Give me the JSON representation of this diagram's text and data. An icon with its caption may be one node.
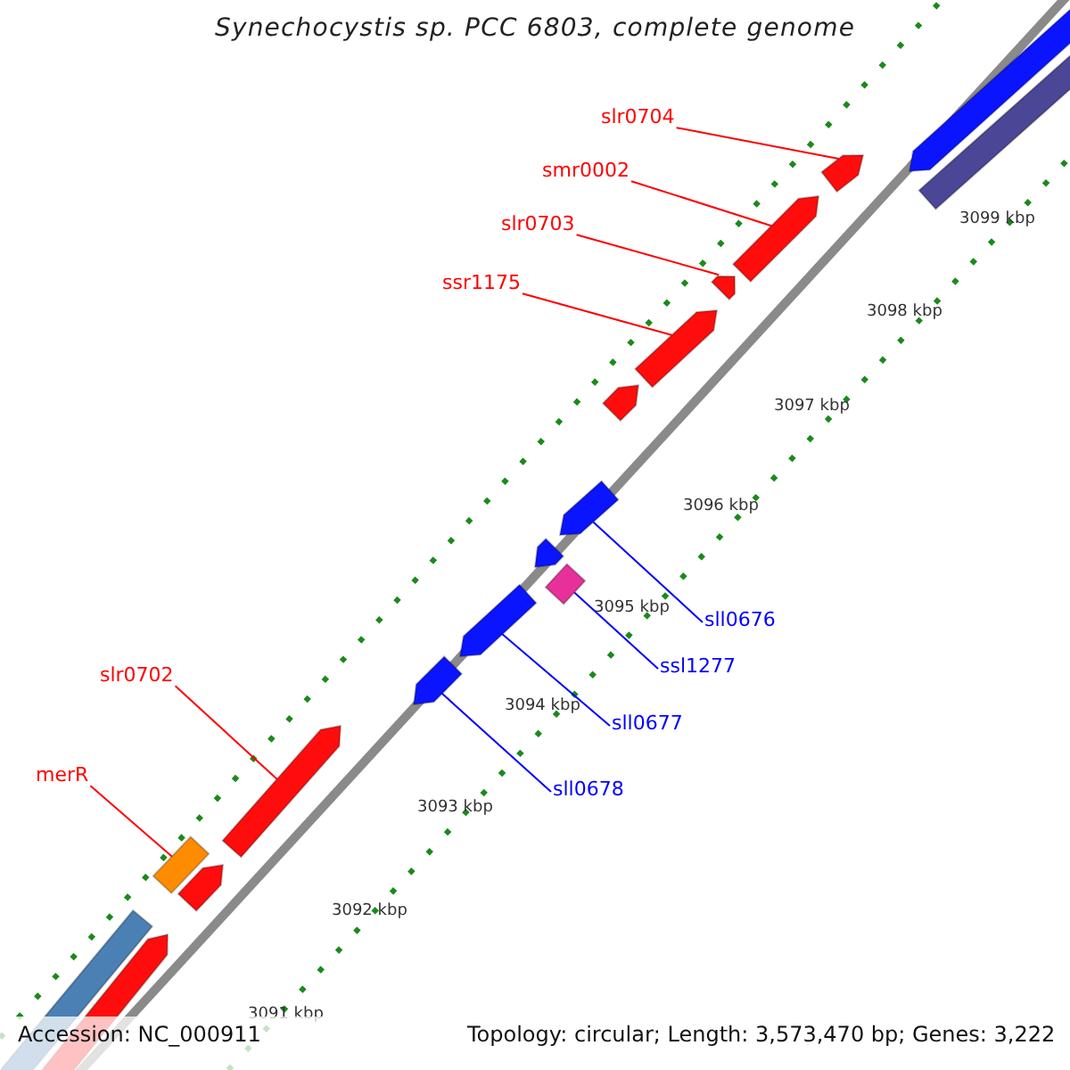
{
  "diagram": {
    "title": "Synechocystis sp. PCC 6803, complete genome",
    "nodes": [
      {
        "text": [],
        "shape": "arrow"
      },
      {
        "text": [],
        "shape": "box"
      },
      {
        "text": [
          "slr0704"
        ]
      },
      {
        "text": [],
        "shape": "arrow"
      },
      {
        "text": [
          "smr0002"
        ]
      },
      {
        "text": [],
        "shape": "arrow"
      },
      {
        "text": [
          "slr0703"
        ]
      },
      {
        "text": [],
        "shape": "arrow"
      },
      {
        "text": [
          "ssr1175"
        ]
      },
      {
        "text": [],
        "shape": "arrow"
      },
      {
        "text": [],
        "shape": "arrow"
      },
      {
        "text": [
          "sll0676"
        ]
      },
      {
        "text": [],
        "shape": "arrow"
      },
      {
        "text": [],
        "shape": "arrow"
      },
      {
        "text": [
          "ssl1277"
        ]
      },
      {
        "text": [],
        "shape": "box"
      },
      {
        "text": [
          "sll0677"
        ]
      },
      {
        "text": [],
        "shape": "arrow"
      },
      {
        "text": [
          "sll0678"
        ]
      },
      {
        "text": [],
        "shape": "arrow"
      },
      {
        "text": [
          "slr0702"
        ]
      },
      {
        "text": [],
        "shape": "arrow"
      },
      {
        "text": [
          "merR"
        ]
      },
      {
        "text": [],
        "shape": "box"
      },
      {
        "text": [],
        "shape": "arrow"
      },
      {
        "text": [],
        "shape": "box"
      },
      {
        "text": [],
        "shape": "arrow"
      }
    ],
    "edges": [
      {
        "from": 2,
        "to": 3,
        "arrow": "none",
        "color": "#ff0000"
      },
      {
        "from": 4,
        "to": 5,
        "arrow": "none",
        "color": "#ff0000"
      },
      {
        "from": 6,
        "to": 7,
        "arrow": "none",
        "color": "#ff0000"
      },
      {
        "from": 8,
        "to": 9,
        "arrow": "none",
        "color": "#ff0000"
      },
      {
        "from": 11,
        "to": 12,
        "arrow": "none",
        "color": "#0000ff"
      },
      {
        "from": 14,
        "to": 15,
        "arrow": "none",
        "color": "#0000ff"
      },
      {
        "from": 16,
        "to": 17,
        "arrow": "none",
        "color": "#0000ff"
      },
      {
        "from": 18,
        "to": 19,
        "arrow": "none",
        "color": "#0000ff"
      },
      {
        "from": 20,
        "to": 21,
        "arrow": "none",
        "color": "#ff0000"
      },
      {
        "from": 22,
        "to": 23,
        "arrow": "none",
        "color": "#ff0000"
      }
    ],
    "labels": [
      "3099 kbp",
      "3098 kbp",
      "3097 kbp",
      "3096 kbp",
      "3095 kbp",
      "3094 kbp",
      "3093 kbp",
      "3092 kbp",
      "3091 kbp",
      "Accession: NC_000911",
      "Topology: circular; Length: 3,573,470 bp; Genes: 3,222"
    ]
  }
}
